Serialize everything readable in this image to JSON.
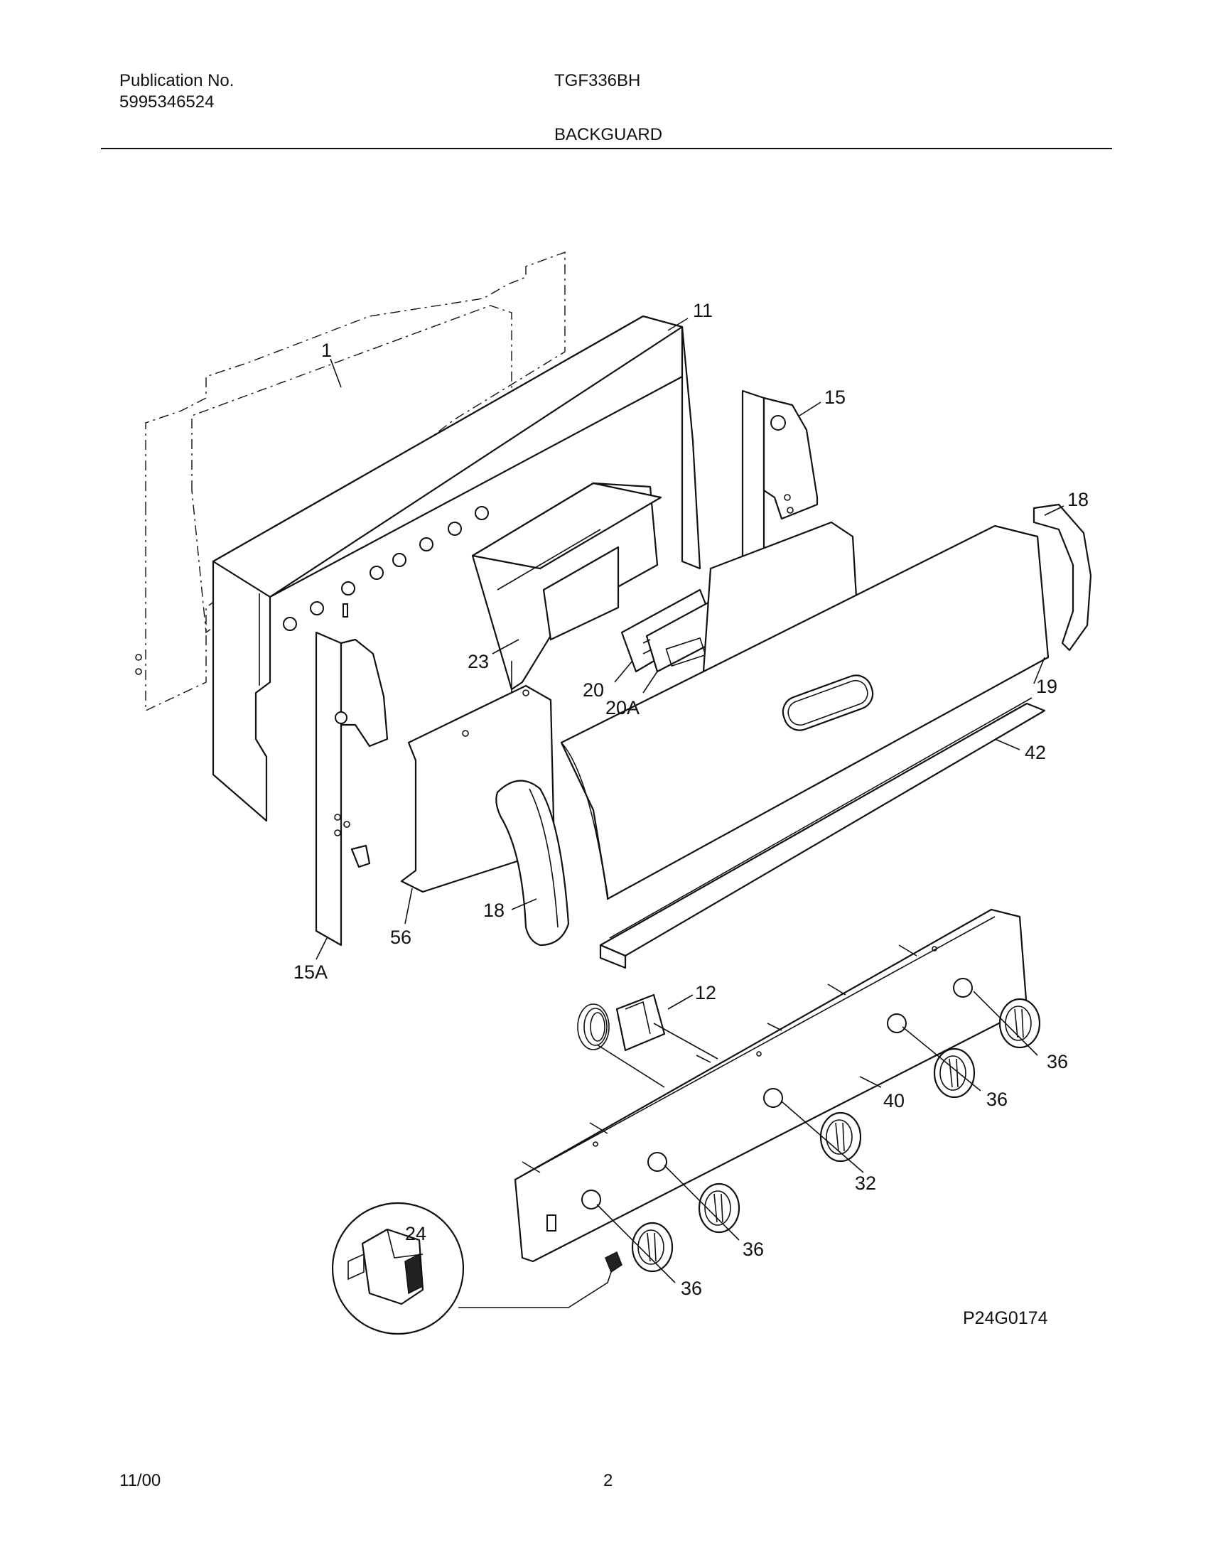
{
  "header": {
    "publication_label": "Publication No.",
    "publication_number": "5995346524",
    "model": "TGF336BH",
    "section": "BACKGUARD"
  },
  "diagram": {
    "drawing_code": "P24G0174",
    "callouts": [
      "1",
      "11",
      "15",
      "18",
      "23",
      "20",
      "20A",
      "19",
      "42",
      "18",
      "56",
      "15A",
      "12",
      "36",
      "36",
      "40",
      "32",
      "36",
      "24",
      "36"
    ]
  },
  "footer": {
    "date": "11/00",
    "page": "2"
  }
}
